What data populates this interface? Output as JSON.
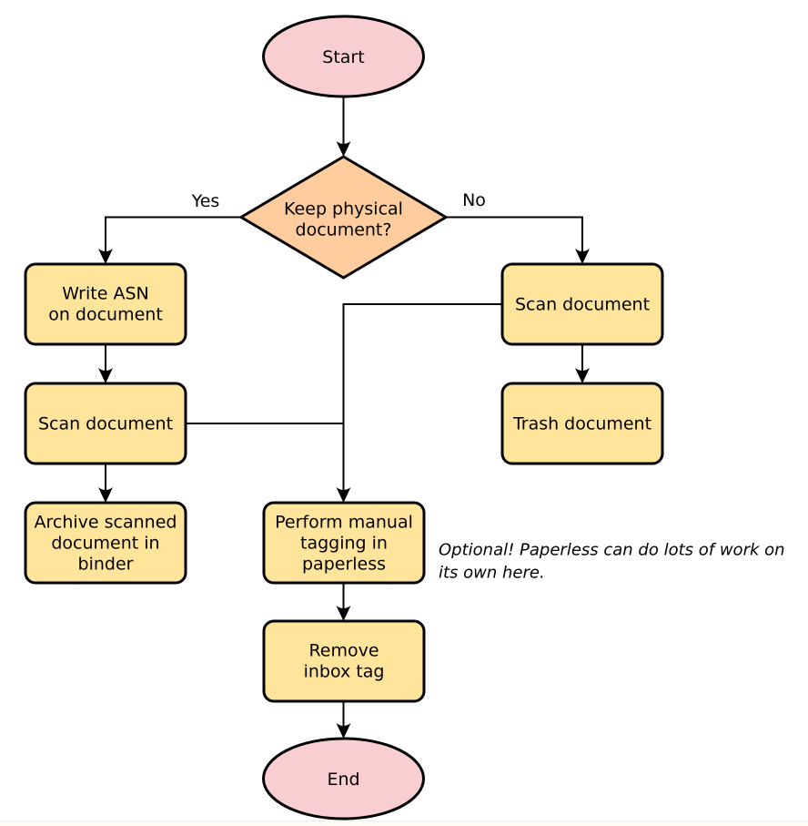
{
  "flowchart": {
    "nodes": {
      "start": {
        "label": "Start"
      },
      "decision": {
        "line1": "Keep physical",
        "line2": "document?"
      },
      "write_asn": {
        "line1": "Write ASN",
        "line2": "on document"
      },
      "scan_left": {
        "label": "Scan document"
      },
      "archive": {
        "line1": "Archive scanned",
        "line2": "document in",
        "line3": "binder"
      },
      "scan_right": {
        "label": "Scan document"
      },
      "trash": {
        "label": "Trash document"
      },
      "tagging": {
        "line1": "Perform manual",
        "line2": "tagging in",
        "line3": "paperless"
      },
      "remove_inbox": {
        "line1": "Remove",
        "line2": "inbox tag"
      },
      "end": {
        "label": "End"
      }
    },
    "edge_labels": {
      "yes": "Yes",
      "no": "No"
    },
    "annotation": {
      "line1": "Optional! Paperless can do lots of work on",
      "line2": "its own here."
    },
    "colors": {
      "terminal_fill": "#F8CED0",
      "decision_fill": "#FFCC9E",
      "process_fill": "#FFE49C",
      "line": "#000000"
    }
  }
}
